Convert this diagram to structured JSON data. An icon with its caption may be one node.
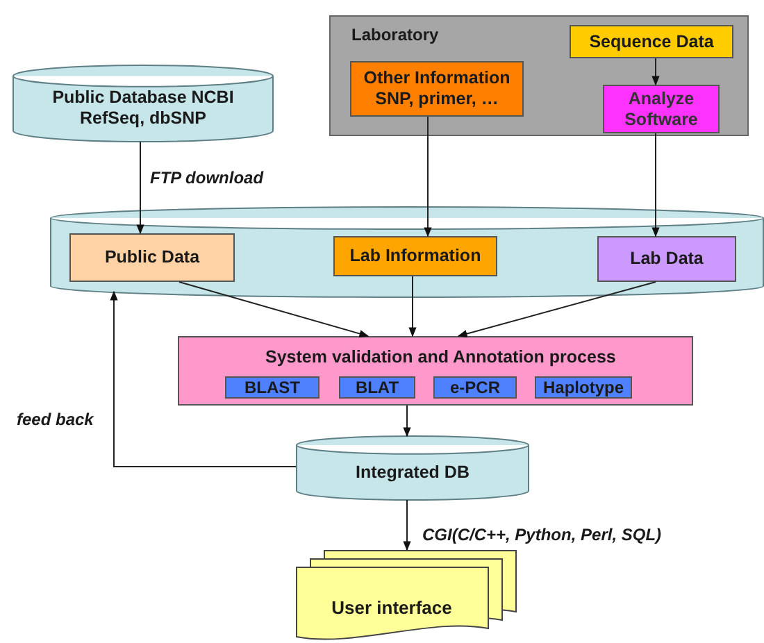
{
  "diagram": {
    "nodes": [
      {
        "text": [
          "Public Database NCBI RefSeq, dbSNP"
        ]
      },
      {
        "text": [
          "Laboratory"
        ]
      },
      {
        "text": [
          "Other Information SNP, primer, …"
        ],
        "in": 1
      },
      {
        "text": [
          "Sequence Data"
        ],
        "in": 1
      },
      {
        "text": [
          "Analyze Software"
        ],
        "in": 1
      },
      {
        "text": [],
        "shape": "cylinder"
      },
      {
        "text": [
          "Public Data"
        ],
        "in": 5
      },
      {
        "text": [
          "Lab Information"
        ],
        "in": 5
      },
      {
        "text": [
          "Lab Data"
        ],
        "in": 5
      },
      {
        "text": [
          "System validation and Annotation process"
        ]
      },
      {
        "text": [
          "BLAST"
        ],
        "in": 9
      },
      {
        "text": [
          "BLAT"
        ],
        "in": 9
      },
      {
        "text": [
          "e-PCR"
        ],
        "in": 9
      },
      {
        "text": [
          "Haplotype"
        ],
        "in": 9
      },
      {
        "text": [
          "Integrated DB"
        ]
      },
      {
        "text": [
          "User interface"
        ]
      }
    ],
    "edges": [
      {
        "from": 0,
        "to": 6,
        "arrow": "to",
        "label": "FTP download"
      },
      {
        "from": 2,
        "to": 7,
        "arrow": "to"
      },
      {
        "from": 3,
        "to": 4,
        "arrow": "to"
      },
      {
        "from": 4,
        "to": 8,
        "arrow": "to"
      },
      {
        "from": 6,
        "to": 9,
        "arrow": "to"
      },
      {
        "from": 7,
        "to": 9,
        "arrow": "to"
      },
      {
        "from": 8,
        "to": 9,
        "arrow": "to"
      },
      {
        "from": 9,
        "to": 14,
        "arrow": "to"
      },
      {
        "from": 14,
        "to": 5,
        "arrow": "to",
        "label": "feed back"
      },
      {
        "from": 14,
        "to": 15,
        "arrow": "to",
        "label": "CGI(C/C++, Python, Perl, SQL)"
      }
    ]
  }
}
